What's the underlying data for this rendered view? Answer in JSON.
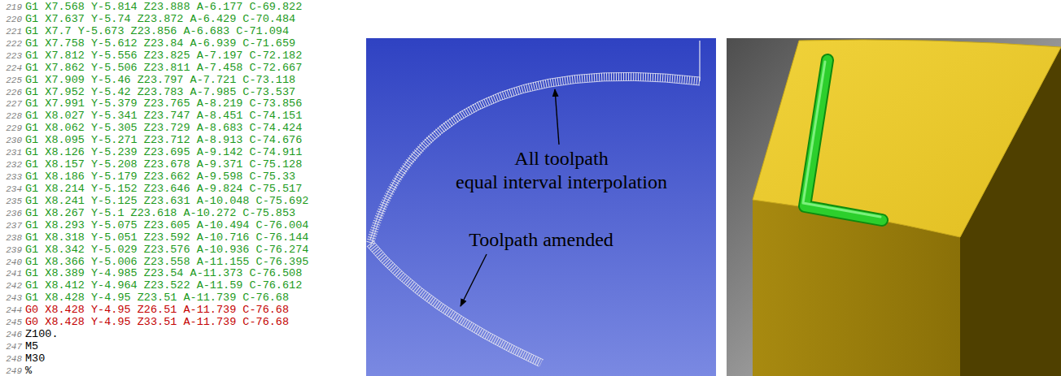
{
  "diagram": {
    "labels": [
      "219",
      "G1 X7.568 Y-5.814 Z23.888 A-6.177 C-69.822",
      "220",
      "G1 X7.637 Y-5.74 Z23.872 A-6.429 C-70.484",
      "221",
      "G1 X7.7 Y-5.673 Z23.856 A-6.683 C-71.094",
      "222",
      "G1 X7.758 Y-5.612 Z23.84 A-6.939 C-71.659",
      "223",
      "G1 X7.812 Y-5.556 Z23.825 A-7.197 C-72.182",
      "224",
      "G1 X7.862 Y-5.506 Z23.811 A-7.458 C-72.667",
      "225",
      "G1 X7.909 Y-5.46 Z23.797 A-7.721 C-73.118",
      "226",
      "G1 X7.952 Y-5.42 Z23.783 A-7.985 C-73.537",
      "227",
      "G1 X7.991 Y-5.379 Z23.765 A-8.219 C-73.856",
      "228",
      "G1 X8.027 Y-5.341 Z23.747 A-8.451 C-74.151",
      "229",
      "G1 X8.062 Y-5.305 Z23.729 A-8.683 C-74.424",
      "230",
      "G1 X8.095 Y-5.271 Z23.712 A-8.913 C-74.676",
      "231",
      "G1 X8.126 Y-5.239 Z23.695 A-9.142 C-74.911",
      "232",
      "G1 X8.157 Y-5.208 Z23.678 A-9.371 C-75.128",
      "233",
      "G1 X8.186 Y-5.179 Z23.662 A-9.598 C-75.33",
      "234",
      "G1 X8.214 Y-5.152 Z23.646 A-9.824 C-75.517",
      "235",
      "G1 X8.241 Y-5.125 Z23.631 A-10.048 C-75.692",
      "236",
      "G1 X8.267 Y-5.1 Z23.618 A-10.272 C-75.853",
      "237",
      "G1 X8.293 Y-5.075 Z23.605 A-10.494 C-76.004",
      "238",
      "G1 X8.318 Y-5.051 Z23.592 A-10.716 C-76.144",
      "239",
      "G1 X8.342 Y-5.029 Z23.576 A-10.936 C-76.274",
      "240",
      "G1 X8.366 Y-5.006 Z23.558 A-11.155 C-76.395",
      "241",
      "G1 X8.389 Y-4.985 Z23.54 A-11.373 C-76.508",
      "242",
      "G1 X8.412 Y-4.964 Z23.522 A-11.59 C-76.612",
      "243",
      "G1 X8.428 Y-4.95 Z23.51 A-11.739 C-76.68",
      "244",
      "G0 X8.428 Y-4.95 Z26.51 A-11.739 C-76.68",
      "245",
      "G0 X8.428 Y-4.95 Z33.51 A-11.739 C-76.68",
      "246",
      "Z100.",
      "247",
      "M5",
      "248",
      "M30",
      "249",
      "%",
      "All toolpath",
      "equal interval interpolation",
      "Toolpath amended"
    ]
  }
}
